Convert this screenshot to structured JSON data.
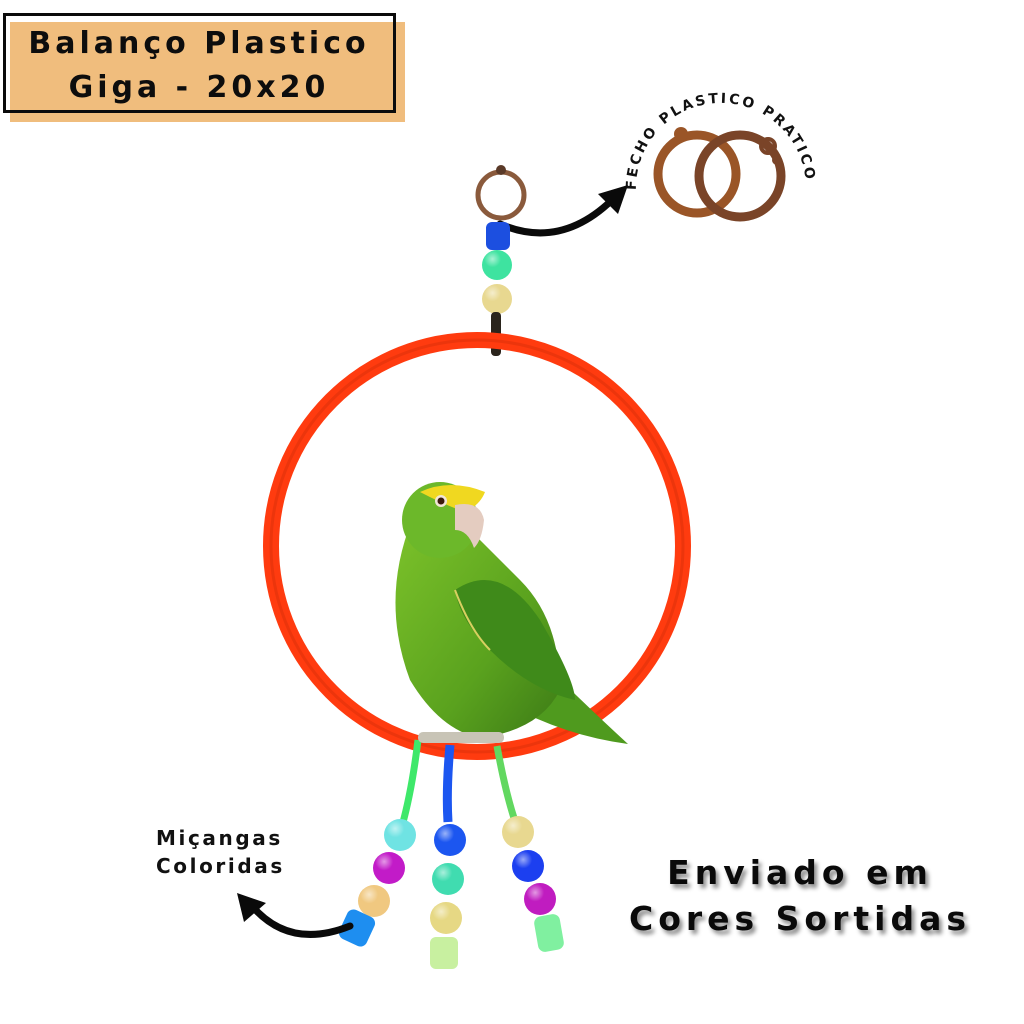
{
  "title": {
    "line1": "Balanço Plastico",
    "line2": "Giga - 20x20",
    "fill_color": "#f0bd7d",
    "frame_color": "#0b0b0b"
  },
  "clasp_callout": {
    "label": "FECHO PLASTICO PRATICO",
    "ring_colors": [
      "#9a5527",
      "#7a4428"
    ],
    "arrow_icon": "curved-arrow-up-right-icon"
  },
  "beads_callout": {
    "line1": "Miçangas",
    "line2": "Coloridas",
    "arrow_icon": "curved-arrow-up-left-icon"
  },
  "colors_note": {
    "line1": "Enviado em",
    "line2": "Cores Sortidas"
  },
  "product": {
    "ring_color": "#ff3b0f",
    "ring_size": "20x20",
    "hanger_beads": [
      "#1c4fe0",
      "#3ee3a0",
      "#e8d890"
    ],
    "strand_left_beads": [
      "#6fe3e3",
      "#c21bc8",
      "#f0c880",
      "#1e8ef0"
    ],
    "strand_middle_beads": [
      "#1c56f0",
      "#40dcb0",
      "#e6d884",
      "#c8f0a0"
    ],
    "strand_right_beads": [
      "#e8d890",
      "#1c3ff0",
      "#c01cc0",
      "#80f0a0"
    ],
    "bird": "green parrot with yellow head"
  }
}
